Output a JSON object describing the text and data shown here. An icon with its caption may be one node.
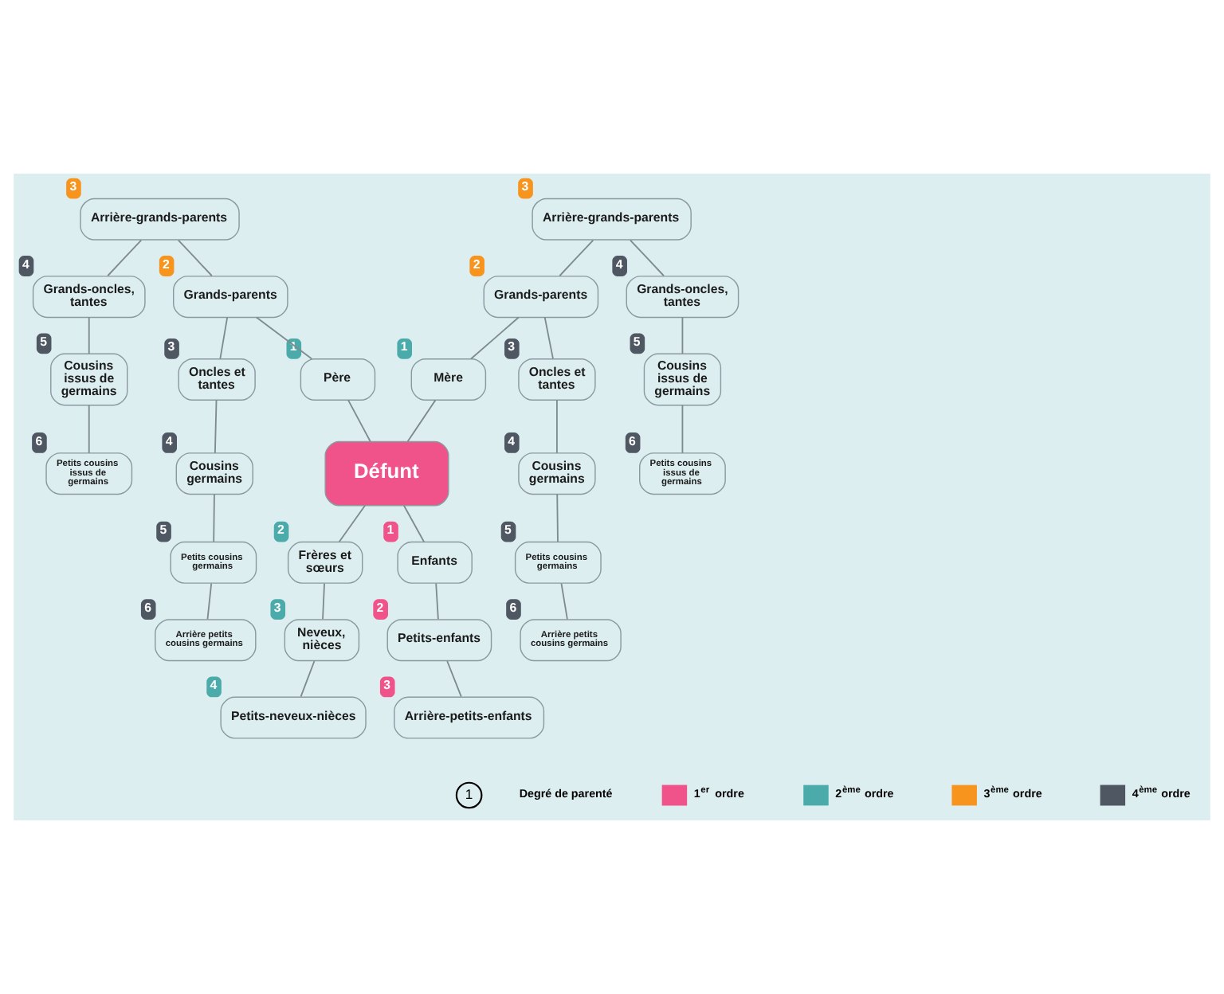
{
  "diagram": {
    "nodes": [
      {
        "text": [
          "Arrière-grands-parents"
        ],
        "beside": [
          "3"
        ]
      },
      {
        "text": [
          "Arrière-grands-parents"
        ],
        "beside": [
          "3"
        ]
      },
      {
        "text": [
          "Grands-oncles, tantes"
        ],
        "beside": [
          "4"
        ]
      },
      {
        "text": [
          "Grands-parents"
        ],
        "beside": [
          "2"
        ]
      },
      {
        "text": [
          "Grands-parents"
        ],
        "beside": [
          "2"
        ]
      },
      {
        "text": [
          "Grands-oncles, tantes"
        ],
        "beside": [
          "4"
        ]
      },
      {
        "text": [
          "Cousins issus de germains"
        ],
        "beside": [
          "5"
        ]
      },
      {
        "text": [
          "Oncles et tantes"
        ],
        "beside": [
          "3"
        ]
      },
      {
        "text": [
          "Père"
        ],
        "beside": [
          "1"
        ]
      },
      {
        "text": [
          "Mère"
        ],
        "beside": [
          "1"
        ]
      },
      {
        "text": [
          "Oncles et tantes"
        ],
        "beside": [
          "3"
        ]
      },
      {
        "text": [
          "Cousins issus de germains"
        ],
        "beside": [
          "5"
        ]
      },
      {
        "text": [
          "Petits cousins issus de germains"
        ],
        "beside": [
          "6"
        ]
      },
      {
        "text": [
          "Cousins germains"
        ],
        "beside": [
          "4"
        ]
      },
      {
        "text": [
          "Cousins germains"
        ],
        "beside": [
          "4"
        ]
      },
      {
        "text": [
          "Petits cousins issus de germains"
        ],
        "beside": [
          "6"
        ]
      },
      {
        "text": [
          "Frères et sœurs"
        ],
        "beside": [
          "2"
        ]
      },
      {
        "text": [
          "Défunt"
        ]
      },
      {
        "text": [
          "Petits cousins germains"
        ],
        "beside": [
          "5"
        ]
      },
      {
        "text": [
          "Petits cousins germains"
        ],
        "beside": [
          "5"
        ]
      },
      {
        "text": [
          "Neveux, nièces"
        ],
        "beside": [
          "3"
        ]
      },
      {
        "text": [
          "Enfants"
        ],
        "beside": [
          "1"
        ]
      },
      {
        "text": [
          "Arrière petits cousins germains"
        ],
        "beside": [
          "6"
        ]
      },
      {
        "text": [
          "Arrière petits cousins germains"
        ],
        "beside": [
          "6"
        ]
      },
      {
        "text": [
          "Petits-neveux-nièces"
        ],
        "beside": [
          "4"
        ]
      },
      {
        "text": [
          "Petits-enfants"
        ],
        "beside": [
          "2"
        ]
      },
      {
        "text": [
          "Arrière-petits-enfants"
        ],
        "beside": [
          "3"
        ]
      }
    ],
    "edges": [
      {
        "from": 0,
        "to": 2,
        "arrow": "none"
      },
      {
        "from": 0,
        "to": 3,
        "arrow": "none"
      },
      {
        "from": 1,
        "to": 4,
        "arrow": "none"
      },
      {
        "from": 1,
        "to": 5,
        "arrow": "none"
      },
      {
        "from": 2,
        "to": 6,
        "arrow": "none"
      },
      {
        "from": 3,
        "to": 7,
        "arrow": "none"
      },
      {
        "from": 3,
        "to": 8,
        "arrow": "none"
      },
      {
        "from": 4,
        "to": 9,
        "arrow": "none"
      },
      {
        "from": 4,
        "to": 10,
        "arrow": "none"
      },
      {
        "from": 5,
        "to": 11,
        "arrow": "none"
      },
      {
        "from": 6,
        "to": 12,
        "arrow": "none"
      },
      {
        "from": 7,
        "to": 13,
        "arrow": "none"
      },
      {
        "from": 10,
        "to": 14,
        "arrow": "none"
      },
      {
        "from": 11,
        "to": 15,
        "arrow": "none"
      },
      {
        "from": 8,
        "to": 17,
        "arrow": "none"
      },
      {
        "from": 9,
        "to": 17,
        "arrow": "none"
      },
      {
        "from": 16,
        "to": 17,
        "arrow": "none"
      },
      {
        "from": 13,
        "to": 18,
        "arrow": "none"
      },
      {
        "from": 14,
        "to": 19,
        "arrow": "none"
      },
      {
        "from": 16,
        "to": 20,
        "arrow": "none"
      },
      {
        "from": 17,
        "to": 21,
        "arrow": "none"
      },
      {
        "from": 19,
        "to": 22,
        "arrow": "none"
      },
      {
        "from": 18,
        "to": 23,
        "arrow": "none"
      },
      {
        "from": 20,
        "to": 24,
        "arrow": "none"
      },
      {
        "from": 21,
        "to": 25,
        "arrow": "none"
      },
      {
        "from": 25,
        "to": 26,
        "arrow": "none"
      }
    ],
    "labels": [
      "1"
    ],
    "legend": [
      {
        "text": "Degré de parenté"
      },
      {
        "text": "1$^{er}$ ordre",
        "color": "#f0528a"
      },
      {
        "text": "2$^{ème}$ ordre",
        "color": "#4aabaa"
      },
      {
        "text": "3$^{ème}$ ordre",
        "color": "#f7941d"
      },
      {
        "text": "4$^{ème}$ ordre",
        "color": "#4f5763"
      }
    ]
  }
}
